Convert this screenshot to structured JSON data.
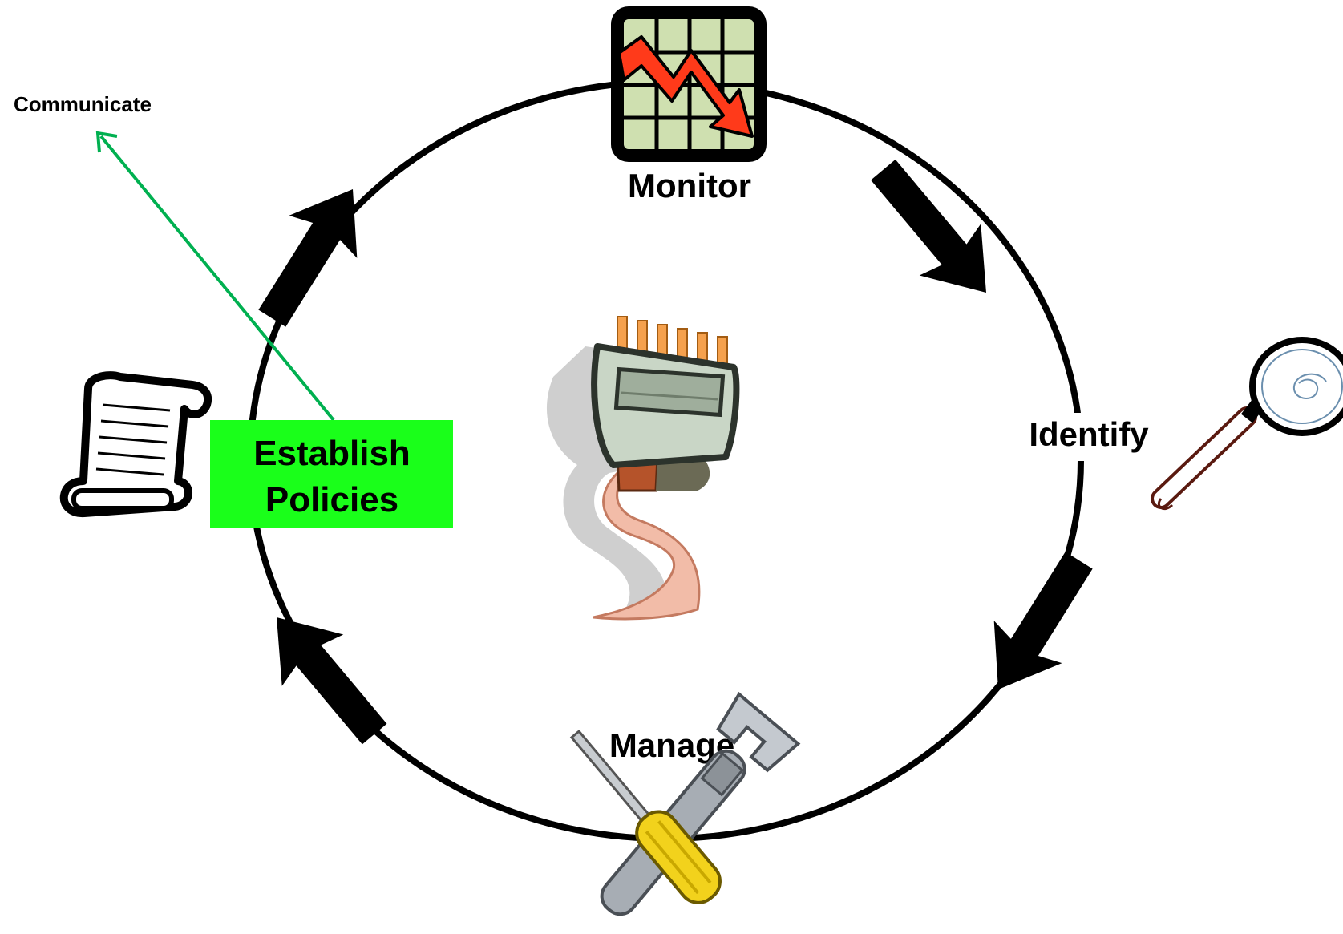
{
  "diagram": {
    "stages": {
      "monitor": "Monitor",
      "identify": "Identify",
      "manage": "Manage",
      "establish_line1": "Establish",
      "establish_line2": "Policies"
    },
    "side_label": "Communicate",
    "icons": {
      "monitor": "declining-chart-icon",
      "identify": "magnifying-glass-icon",
      "manage": "wrench-screwdriver-icon",
      "establish": "scroll-document-icon",
      "center": "network-cable-connector-icon"
    },
    "colors": {
      "cycle_line": "#000000",
      "establish_box": "#1aff1a",
      "communicate_arrow": "#00b050",
      "chart_fill": "#cfe0b0",
      "chart_arrow": "#ff3a1a"
    }
  }
}
